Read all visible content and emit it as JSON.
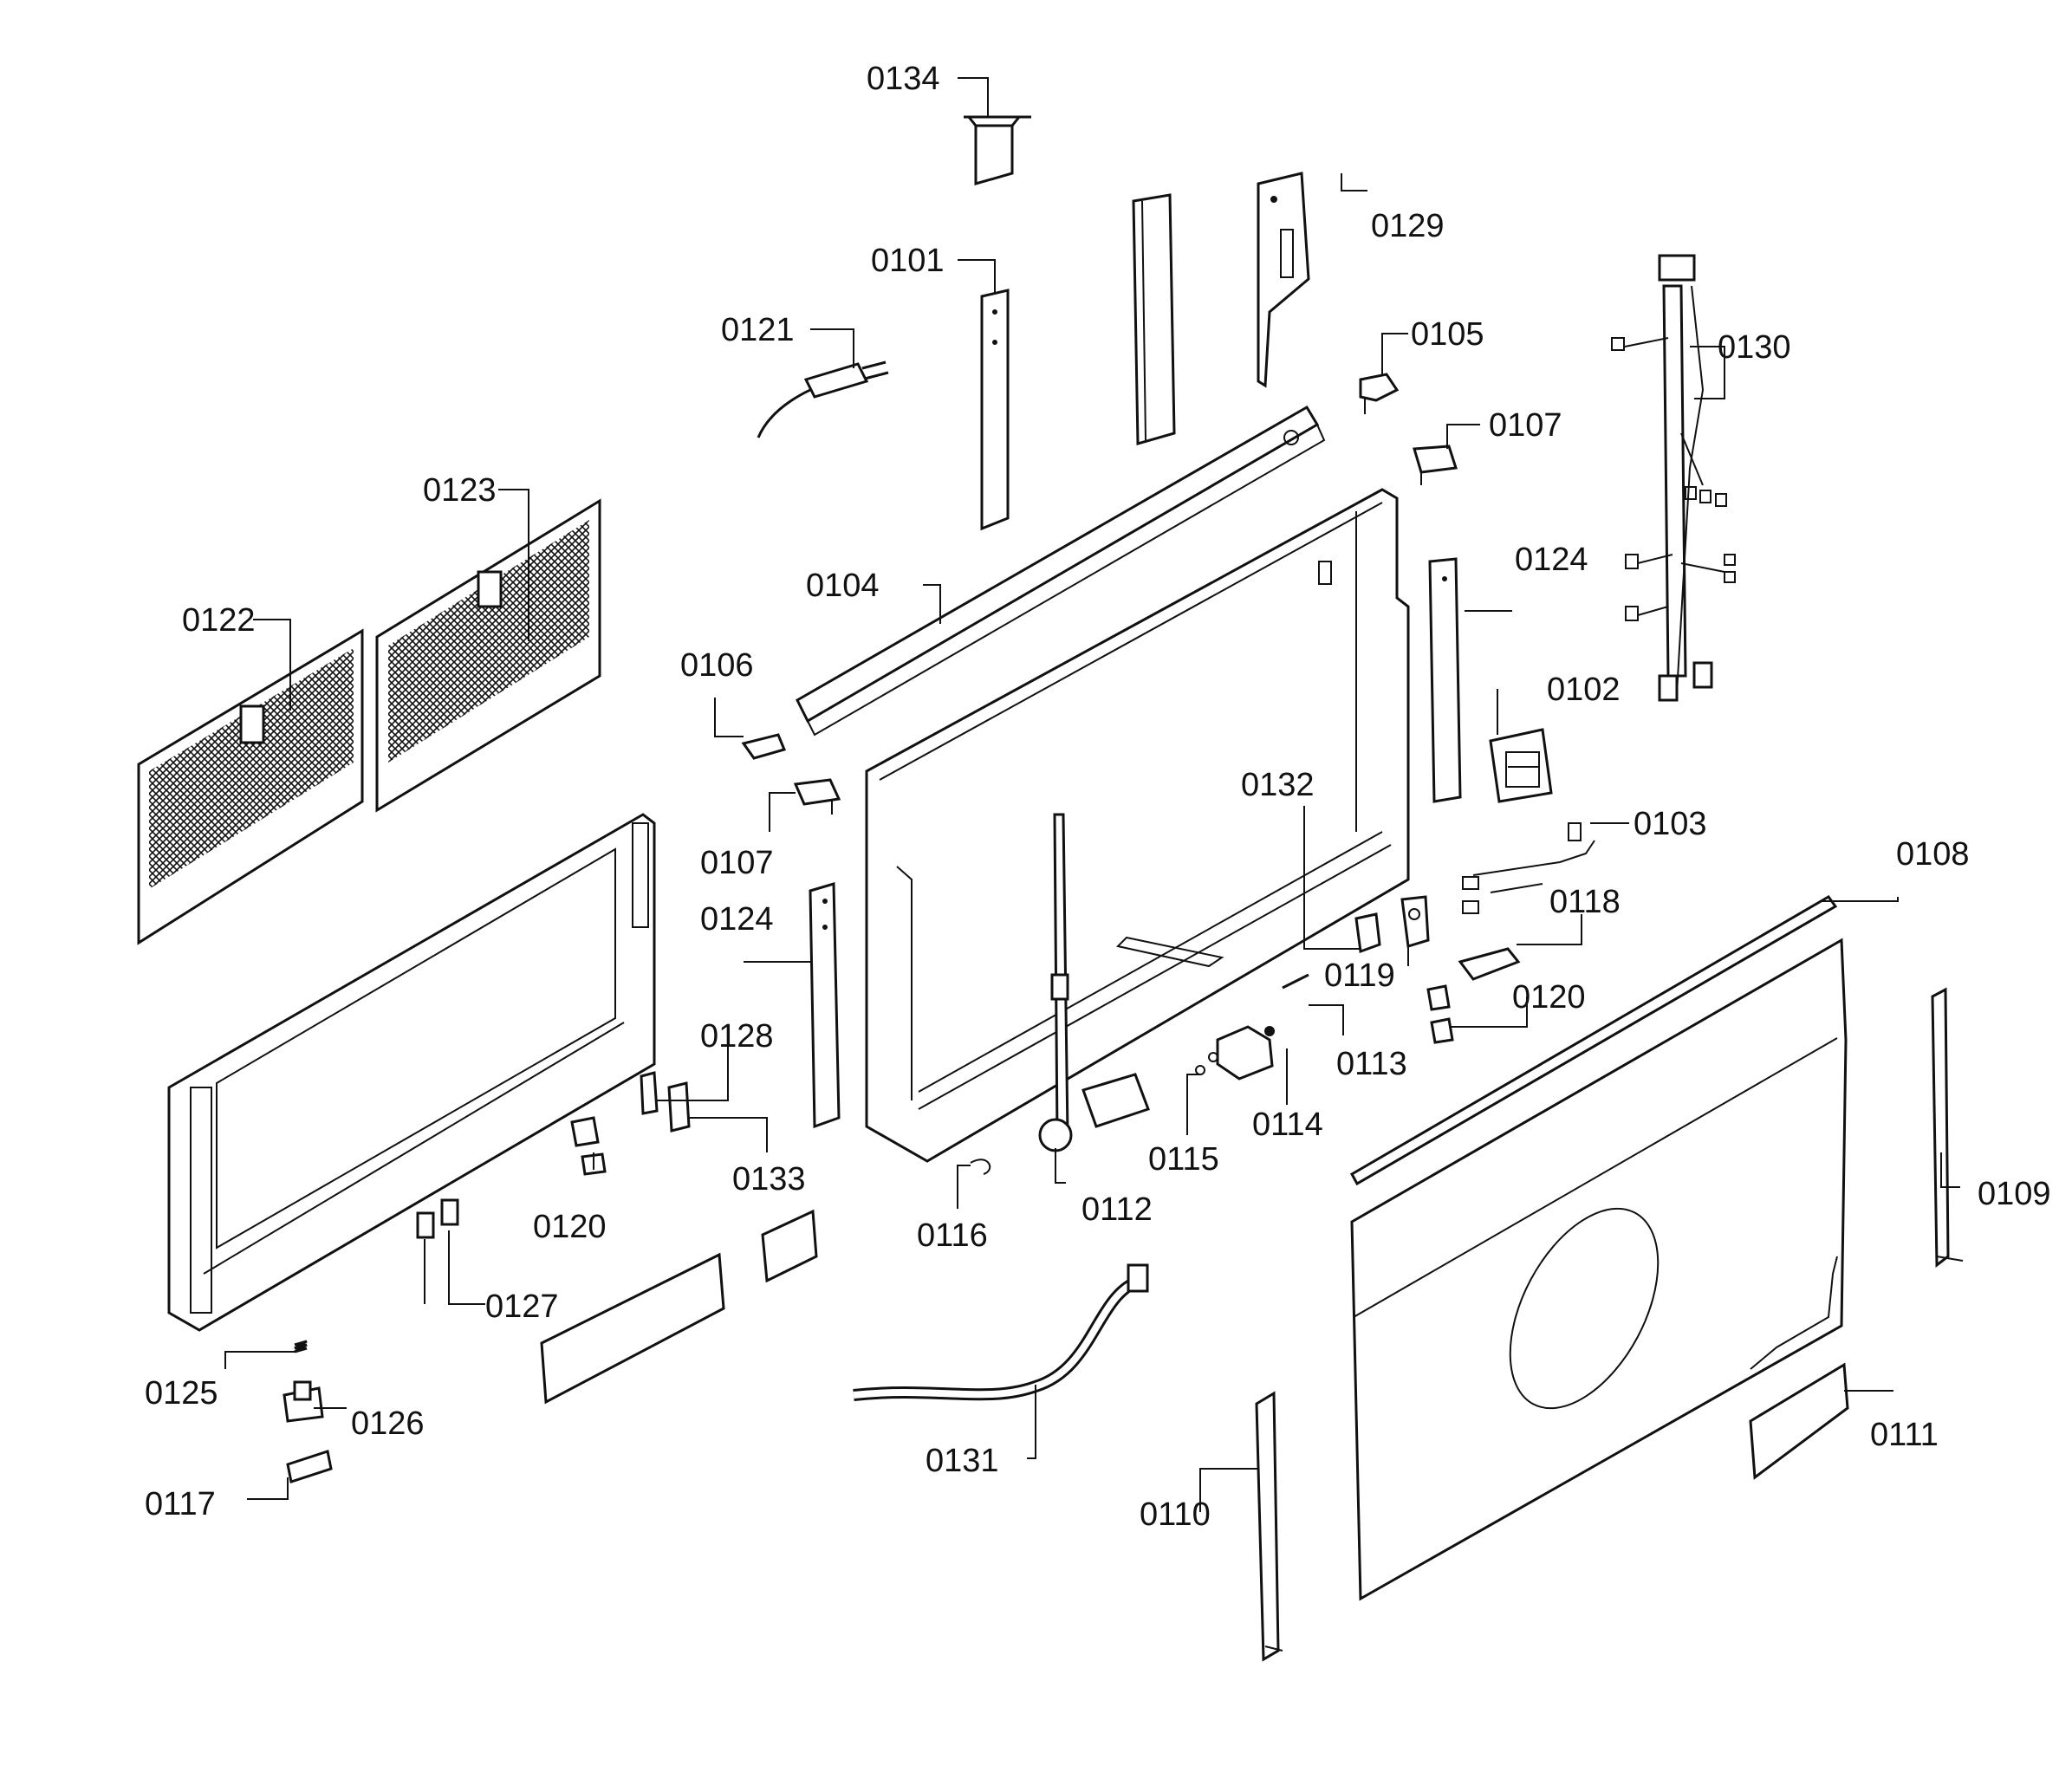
{
  "diagram": {
    "labels": {
      "p0101": "0101",
      "p0102": "0102",
      "p0103": "0103",
      "p0104": "0104",
      "p0105": "0105",
      "p0106": "0106",
      "p0107": "0107",
      "p0108": "0108",
      "p0109": "0109",
      "p0110": "0110",
      "p0111": "0111",
      "p0112": "0112",
      "p0113": "0113",
      "p0114": "0114",
      "p0115": "0115",
      "p0116": "0116",
      "p0117": "0117",
      "p0118": "0118",
      "p0119": "0119",
      "p0120": "0120",
      "p0121": "0121",
      "p0122": "0122",
      "p0123": "0123",
      "p0124": "0124",
      "p0125": "0125",
      "p0126": "0126",
      "p0127": "0127",
      "p0128": "0128",
      "p0129": "0129",
      "p0130": "0130",
      "p0131": "0131",
      "p0132": "0132",
      "p0133": "0133",
      "p0134": "0134"
    }
  }
}
